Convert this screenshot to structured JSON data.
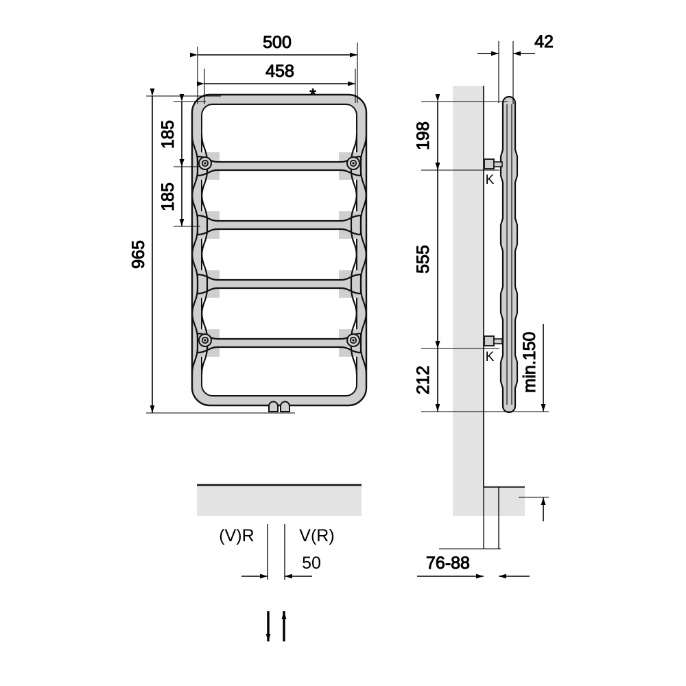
{
  "drawing": {
    "title": "Towel radiator technical drawing",
    "units": "mm",
    "stroke_color": "#000000",
    "fill_body": "#cfcfcf",
    "fill_wall": "#e3e3e3",
    "fill_white": "#ffffff"
  },
  "front_view": {
    "name": "front-elevation",
    "dimensions": {
      "overall_width": "500",
      "inner_width": "458",
      "overall_height": "965",
      "rung_spacing_top": "185",
      "rung_spacing_second": "185",
      "asterisk_note": "*"
    }
  },
  "side_view": {
    "name": "side-elevation",
    "dimensions": {
      "depth": "42",
      "top_offset": "198",
      "bracket_spacing": "555",
      "bottom_offset": "212",
      "min_floor_clearance": "min.150",
      "wall_to_floor": "76-88"
    },
    "labels": {
      "bracket_upper": "K",
      "bracket_lower": "K"
    }
  },
  "connection_detail": {
    "name": "bottom-connection-detail",
    "labels": {
      "left": "(V)R",
      "right": "V(R)",
      "spacing": "50"
    },
    "flow_arrows": {
      "down": "flow-down-arrow",
      "up": "flow-up-arrow"
    }
  }
}
